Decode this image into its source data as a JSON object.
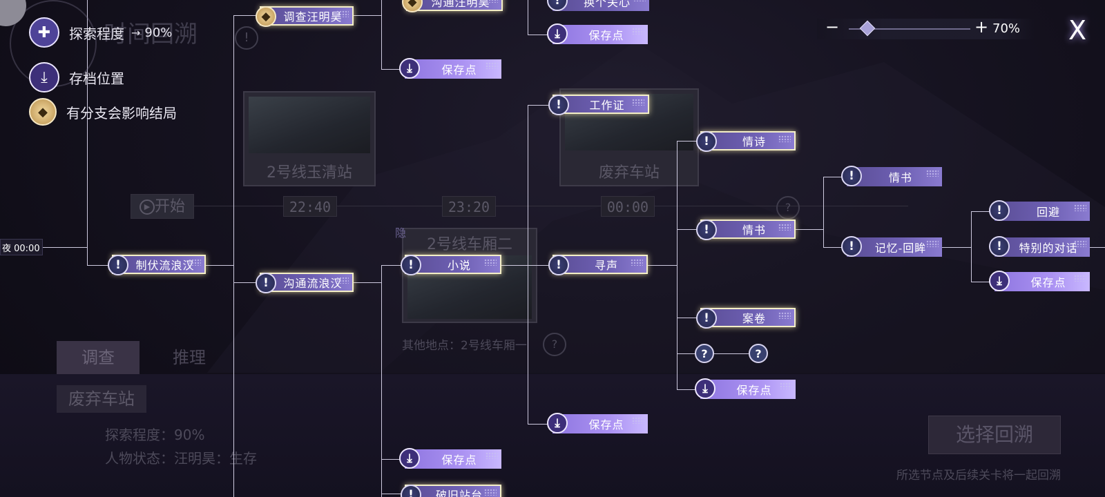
{
  "legend": {
    "progress_label": "探索程度",
    "progress_arrow": "→",
    "progress_value": "90%",
    "save_label": "存档位置",
    "branch_label": "有分支会影响结局"
  },
  "zoom": {
    "minus": "−",
    "plus": "+",
    "value": "70%",
    "level_fraction": 0.15
  },
  "close_symbol": "X",
  "background": {
    "title": "时间回溯",
    "start": "开始",
    "times": [
      "22:40",
      "23:20",
      "00:00"
    ],
    "stations": [
      "2号线玉清站",
      "废弃车站",
      "2号线车厢二"
    ],
    "hidden_mark": "隐",
    "other_location": "其他地点：2号线车厢一",
    "tabs": [
      "调查",
      "推理"
    ],
    "location": "废弃车站",
    "explore_progress": "探索程度：90%",
    "character_status": "人物状态：汪明昊：生存",
    "select_button": "选择回溯",
    "hint": "所选节点及后续关卡将一起回溯"
  },
  "timeline_start": "夜 00:00",
  "nodes": {
    "n_tongtong_top": "沟通汪明昊",
    "n_diaocha": "调查汪明昊",
    "n_save_a": "保存点",
    "n_top_right": "换个关心",
    "n_save_b": "保存点",
    "n_zhifu": "制伏流浪汉",
    "n_goutong": "沟通流浪汉",
    "n_xiaoshuo": "小说",
    "n_save_c": "保存点",
    "n_poshang": "破旧站台",
    "n_gongzuo": "工作证",
    "n_xunsheng": "寻声",
    "n_save_d": "保存点",
    "n_qingshi": "情诗",
    "n_qingshu1": "情书",
    "n_anjuan": "案卷",
    "n_q1": "?",
    "n_q2": "?",
    "n_save_e": "保存点",
    "n_qingshu2": "情书",
    "n_jiyi": "记忆-回眸",
    "n_huibi": "回避",
    "n_tebie": "特别的对话",
    "n_save_f": "保存点",
    "n_qmark_line": "?"
  },
  "icons": {
    "excl": "!",
    "save": "⤓",
    "branch": "◆"
  }
}
